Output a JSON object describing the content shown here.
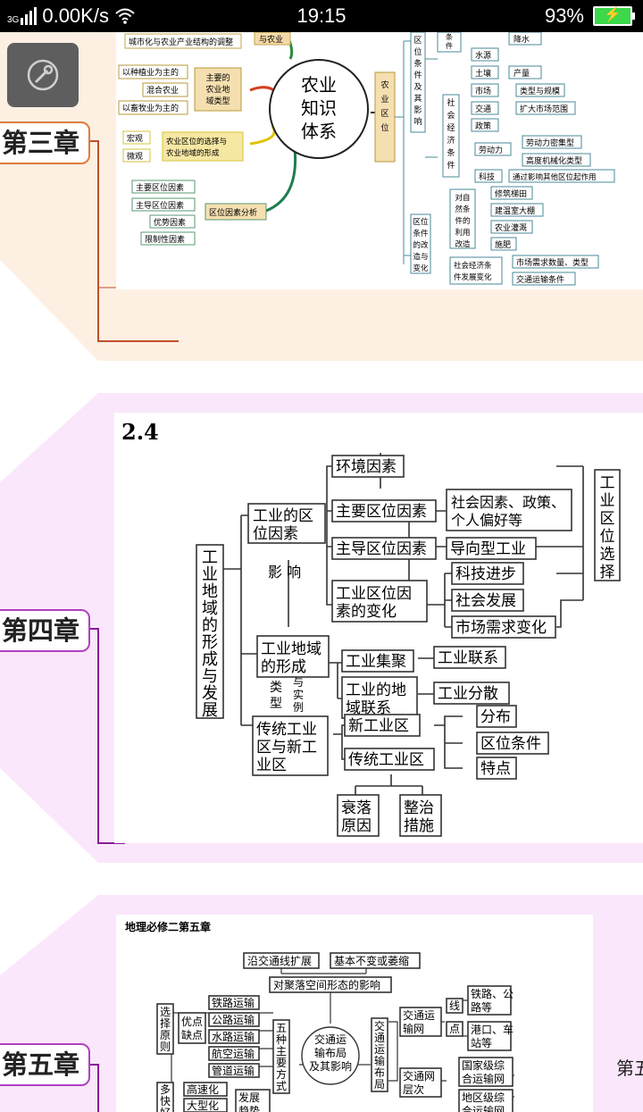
{
  "status_bar": {
    "signal": "3G",
    "network_speed": "0.00K/s",
    "time": "19:15",
    "battery_percent": "93%"
  },
  "chapters": {
    "ch3": {
      "tag": "第三章",
      "mindmap": {
        "center": [
          "农业",
          "知识",
          "体系"
        ],
        "left_top_items": [
          "城市化与农业产业结构的调整"
        ],
        "left_top_branch": "与农业",
        "type_items": [
          "以种植业为主的",
          "混合农业",
          "以畜牧业为主的"
        ],
        "type_branch": [
          "主要的",
          "农业地",
          "域类型"
        ],
        "scale_items": [
          "宏观",
          "微观"
        ],
        "scale_branch": [
          "农业区位的选择与",
          "农业地域的形成"
        ],
        "factor_items": [
          "主要区位因素",
          "主导区位因素",
          "优势因素",
          "限制性因素"
        ],
        "factor_branch": "区位因素分析",
        "right_root": [
          "农",
          "业",
          "区",
          "位"
        ],
        "right_a": [
          "区",
          "位",
          "条",
          "件",
          "及",
          "其",
          "影",
          "响"
        ],
        "right_a_top": [
          "条",
          "件"
        ],
        "natural_items": [
          "水源",
          "土壤"
        ],
        "right_topright": "降水",
        "yield": "产量",
        "social_label": [
          "社",
          "会",
          "经",
          "济",
          "条",
          "件"
        ],
        "social_items": [
          "市场",
          "交通",
          "政策",
          "劳动力",
          "科技"
        ],
        "social_results": [
          "类型与规模",
          "扩大市场范围",
          "劳动力密集型",
          "高度机械化类型",
          "通过影响其他区位起作用"
        ],
        "right_b": [
          "区位",
          "条件",
          "的改",
          "造与",
          "变化"
        ],
        "nature_use": [
          "对自",
          "然条",
          "件的",
          "利用",
          "改造"
        ],
        "nature_use_items": [
          "修筑梯田",
          "建温室大棚",
          "农业灌溉",
          "施肥"
        ],
        "econ_dev": [
          "社会经济条",
          "件发展变化"
        ],
        "econ_dev_items": [
          "市场需求数量、类型",
          "交通运输条件"
        ]
      }
    },
    "ch4": {
      "tag": "第四章",
      "diagram": {
        "heading": "2.4",
        "root": [
          "工",
          "业",
          "地",
          "域",
          "的",
          "形",
          "成",
          "与",
          "发",
          "展"
        ],
        "factor_root": [
          "工业的区",
          "位因素"
        ],
        "env": "环境因素",
        "main_factor": "主要区位因素",
        "social": [
          "社会因素、政策、",
          "个人偏好等"
        ],
        "leading_factor": "主导区位因素",
        "oriented": "导向型工业",
        "change": [
          "工业区位因",
          "素的变化"
        ],
        "tech": "科技进步",
        "society": "社会发展",
        "market": "市场需求变化",
        "choice": [
          "工",
          "业",
          "区",
          "位",
          "选",
          "择"
        ],
        "influence": "影 响",
        "formation": [
          "工业地域",
          "的形成"
        ],
        "cluster": "工业集聚",
        "link": "工业联系",
        "regional_link": [
          "工业的地",
          "域联系"
        ],
        "dispersal": "工业分散",
        "types_label_a": [
          "类",
          "型"
        ],
        "types_label_b": [
          "与",
          "实",
          "例"
        ],
        "traditional": [
          "传统工业",
          "区与新工",
          "业区"
        ],
        "new_zone": "新工业区",
        "old_zone": "传统工业区",
        "distribution": "分布",
        "location_cond": "区位条件",
        "feature": "特点",
        "decline": [
          "衰落",
          "原因"
        ],
        "remedy": [
          "整治",
          "措施"
        ]
      }
    },
    "ch5": {
      "tag": "第五章",
      "side_label": "第五",
      "diagram": {
        "heading": "地理必修二第五章",
        "along": "沿交通线扩展",
        "unchanged": "基本不变或萎缩",
        "influence": "对聚落空间形态的影响",
        "principle": [
          "选",
          "择",
          "原",
          "则"
        ],
        "pros": [
          "优点",
          "缺点"
        ],
        "modes": [
          "铁路运输",
          "公路运输",
          "水路运输",
          "航空运输",
          "管道运输"
        ],
        "five": [
          "五",
          "种",
          "主",
          "要",
          "方",
          "式"
        ],
        "center": [
          "交通运",
          "输布局",
          "及其影响"
        ],
        "layout": [
          "交",
          "通",
          "运",
          "输",
          "布",
          "局"
        ],
        "network": [
          "交通运",
          "输网"
        ],
        "line": "线",
        "point": "点",
        "rail": [
          "铁路、公",
          "路等"
        ],
        "port": [
          "港口、车",
          "站等"
        ],
        "levels": [
          "交通网",
          "层次"
        ],
        "national": [
          "国家级综",
          "合运输网"
        ],
        "regional": [
          "地区级综",
          "合运输网"
        ],
        "fast": [
          "多",
          "快",
          "好"
        ],
        "speed": "高速化",
        "large": "大型化",
        "develop": [
          "发展",
          "趋势"
        ]
      }
    }
  }
}
